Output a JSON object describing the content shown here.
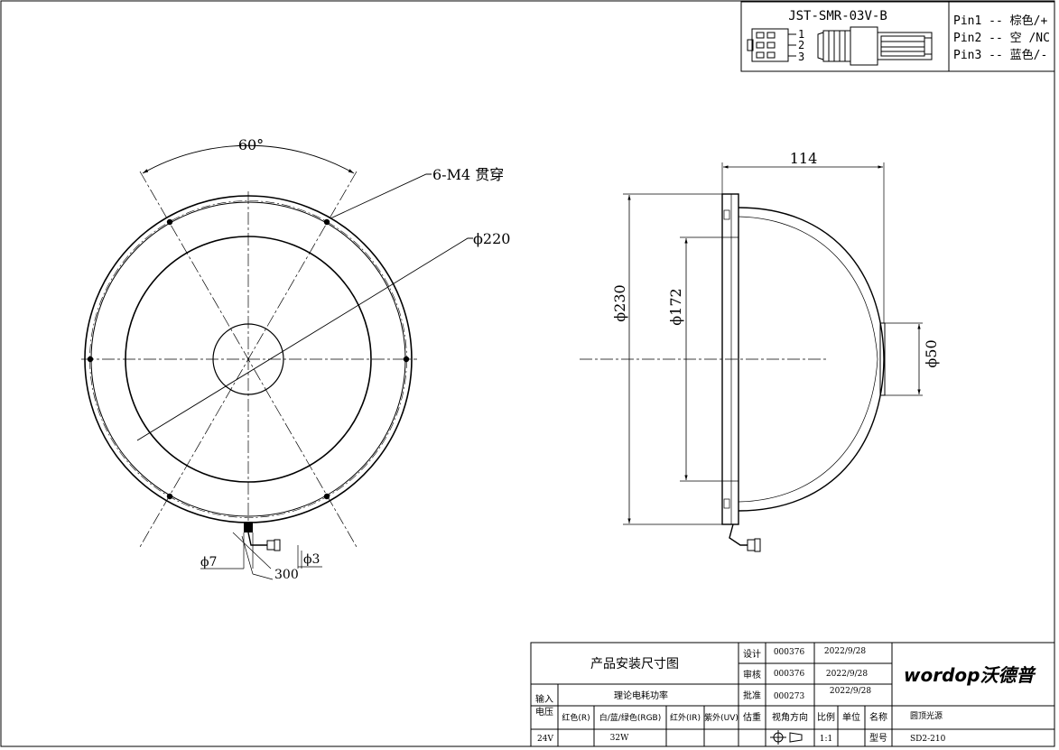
{
  "connector": {
    "model": "JST-SMR-03V-B",
    "pin_numbers": [
      "1",
      "2",
      "3"
    ],
    "pins": [
      "Pin1 -- 棕色/+",
      "Pin2 -- 空 /NC",
      "Pin3 -- 蓝色/-"
    ]
  },
  "front_view": {
    "angle_label": "60°",
    "holes_label": "6-M4 贯穿",
    "diameter_label": "ϕ220",
    "cable_dia_label": "ϕ7",
    "connector_dia_label": "ϕ3",
    "cable_length_label": "300"
  },
  "side_view": {
    "depth_label": "114",
    "outer_dia_label": "ϕ230",
    "inner_dia_label": "ϕ172",
    "top_dia_label": "ϕ50"
  },
  "title_block": {
    "drawing_title": "产品安装尺寸图",
    "design_label": "设计",
    "design_code": "000376",
    "design_date": "2022/9/28",
    "review_label": "审核",
    "review_code": "000376",
    "review_date": "2022/9/28",
    "approve_label": "批准",
    "approve_code": "000273",
    "approve_date": "2022/9/28",
    "input_voltage_label": "输入\n电压",
    "power_label": "理论电耗功率",
    "col_red": "红色(R)",
    "col_white": "白/蓝/绿色(RGB)",
    "col_ir": "红外(IR)",
    "col_uv": "紫外(UV)",
    "weight_label": "估重",
    "view_dir_label": "视角方向",
    "scale_label": "比例",
    "unit_label": "单位",
    "name_label": "名称",
    "name_value": "圆顶光源",
    "voltage_value": "24V",
    "power_value": "32W",
    "scale_value": "1:1",
    "model_label": "型号",
    "model_value": "SD2-210",
    "logo_text": "wordop沃德普"
  }
}
